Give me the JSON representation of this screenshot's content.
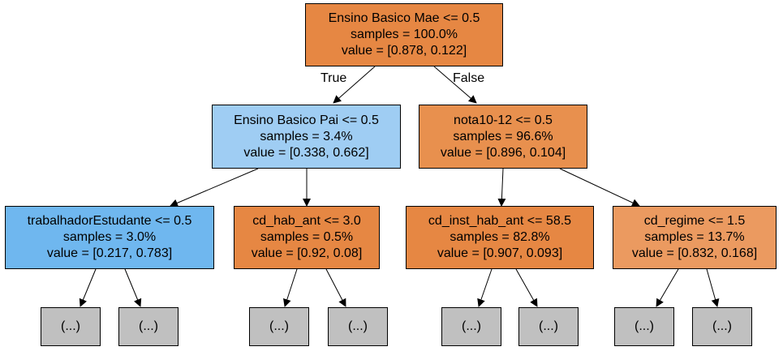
{
  "colors": {
    "orange_strong": "#e68743",
    "orange": "#e8904e",
    "orange_light": "#eb9a60",
    "blue_light": "#9fcdf3",
    "blue": "#6fb7ef",
    "leaf_gray": "#c0c0c0"
  },
  "edges": {
    "true_label": "True",
    "false_label": "False"
  },
  "nodes": {
    "root": {
      "condition": "Ensino Basico Mae <= 0.5",
      "samples": "samples = 100.0%",
      "value": "value = [0.878, 0.122]"
    },
    "left": {
      "condition": "Ensino Basico Pai <= 0.5",
      "samples": "samples = 3.4%",
      "value": "value = [0.338, 0.662]"
    },
    "right": {
      "condition": "nota10-12 <= 0.5",
      "samples": "samples = 96.6%",
      "value": "value = [0.896, 0.104]"
    },
    "ll": {
      "condition": "trabalhadorEstudante <= 0.5",
      "samples": "samples = 3.0%",
      "value": "value = [0.217, 0.783]"
    },
    "lr": {
      "condition": "cd_hab_ant <= 3.0",
      "samples": "samples = 0.5%",
      "value": "value = [0.92, 0.08]"
    },
    "rl": {
      "condition": "cd_inst_hab_ant <= 58.5",
      "samples": "samples = 82.8%",
      "value": "value = [0.907, 0.093]"
    },
    "rr": {
      "condition": "cd_regime <= 1.5",
      "samples": "samples = 13.7%",
      "value": "value = [0.832, 0.168]"
    }
  },
  "leaf_label": "(...)"
}
